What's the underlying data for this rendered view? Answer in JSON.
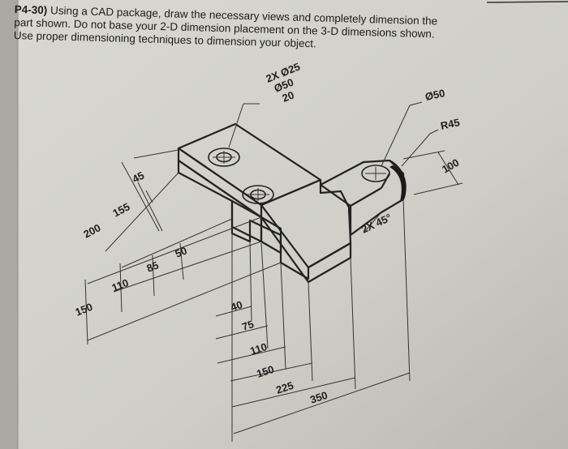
{
  "problem": {
    "number": "P4-30)",
    "line1": "Using a CAD package, draw the necessary views and completely dimension the",
    "line2": "part shown.  Do not base your 2-D dimension placement on the 3-D dimensions shown.",
    "line3": "Use proper dimensioning techniques to dimension your object."
  },
  "dimensions": {
    "holes_count": "2X Ø25",
    "counterbore_dia": "Ø50",
    "counterbore_depth": "20",
    "dia_50": "Ø50",
    "radius_45": "R45",
    "len_100": "100",
    "chamfer": "2X 45°",
    "d45": "45",
    "d155": "155",
    "d200": "200",
    "d85": "85",
    "d50": "50",
    "d110_left": "110",
    "d150_left": "150",
    "d40": "40",
    "d75": "75",
    "d110_bottom": "110",
    "d150_bottom": "150",
    "d225": "225",
    "d350": "350"
  }
}
